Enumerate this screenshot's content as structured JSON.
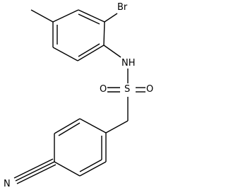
{
  "structure": {
    "atoms": {
      "bromine": "Br",
      "amine": "NH",
      "sulfur": "S",
      "oxygen_left": "O",
      "oxygen_right": "O",
      "nitrile_n": "N"
    }
  }
}
